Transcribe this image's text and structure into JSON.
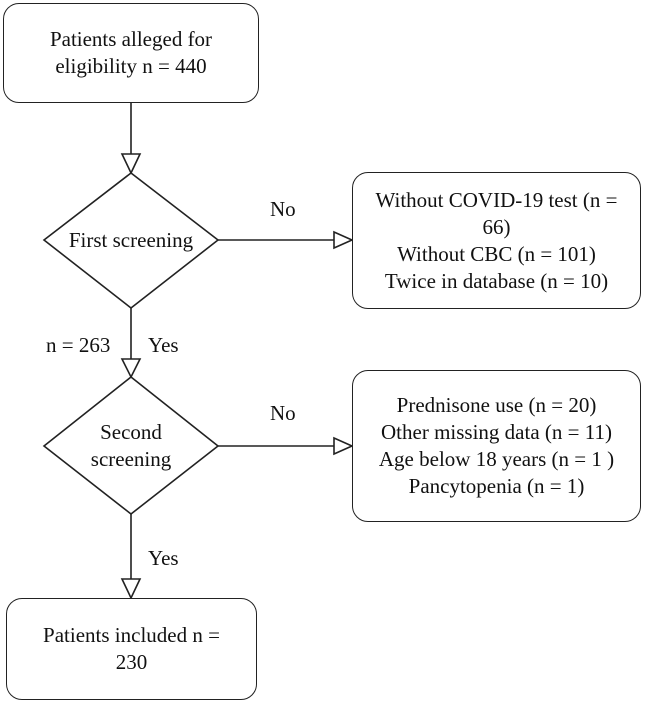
{
  "nodes": {
    "start": [
      "Patients alleged for",
      "eligibility n = 440"
    ],
    "first_screening": "First screening",
    "second_screening": [
      "Second",
      "screening"
    ],
    "exclusion1": [
      "Without COVID-19 test (n =",
      "66)",
      "Without CBC (n = 101)",
      "Twice in database (n = 10)"
    ],
    "exclusion2": [
      "Prednisone use (n = 20)",
      "Other missing data (n = 11)",
      "Age below 18 years (n = 1 )",
      "Pancytopenia (n = 1)"
    ],
    "end": [
      "Patients included n =",
      "230"
    ]
  },
  "edges": {
    "no1": "No",
    "no2": "No",
    "count_after_first": "n = 263",
    "yes1": "Yes",
    "yes2": "Yes"
  }
}
